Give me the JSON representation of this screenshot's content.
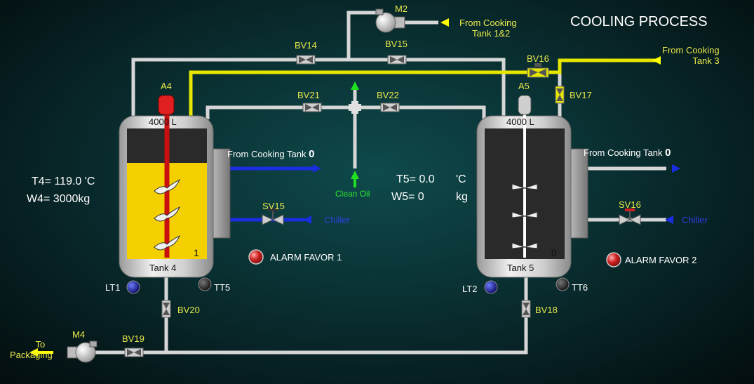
{
  "title": "COOLING PROCESS",
  "valves": {
    "bv14": "BV14",
    "bv15": "BV15",
    "bv16": "BV16",
    "bv17": "BV17",
    "bv18": "BV18",
    "bv19": "BV19",
    "bv20": "BV20",
    "bv21": "BV21",
    "bv22": "BV22",
    "sv15": "SV15",
    "sv16": "SV16"
  },
  "motors": {
    "m2": "M2",
    "m4": "M4"
  },
  "agitators": {
    "a4": "A4",
    "a5": "A5"
  },
  "flows": {
    "from_cooking_12": [
      "From Cooking",
      "Tank 1&2"
    ],
    "from_cooking_3": [
      "From Cooking",
      "Tank 3"
    ],
    "to_packaging": [
      "To",
      "Packaging"
    ],
    "clean_oil": "Clean Oil",
    "chiller": "Chiller"
  },
  "tank4": {
    "capacity": "4000 L",
    "name": "Tank 4",
    "count": "1",
    "temp_label": "T4= 119.0 'C",
    "weight_label": "W4= 3000kg",
    "from_cooking_label": "From Cooking Tank",
    "from_cooking_value": "0",
    "alarm": "ALARM FAVOR 1",
    "lt": "LT1",
    "tt": "TT5",
    "level": 0.8
  },
  "tank5": {
    "capacity": "4000 L",
    "name": "Tank 5",
    "count": "0",
    "temp_label": "T5= 0.0",
    "temp_unit": "'C",
    "weight_label": "W5= 0",
    "weight_unit": "kg",
    "from_cooking_label": "From Cooking Tank",
    "from_cooking_value": "0",
    "alarm": "ALARM FAVOR 2",
    "lt": "LT2",
    "tt": "TT6",
    "level": 0
  },
  "colors": {
    "pipe": "#d6d6d6",
    "pipe_yellow": "#e6e600",
    "pipe_blue": "#1b2de0",
    "product": "#f5d000",
    "arrow_yellow": "#ffff00",
    "arrow_green": "#1fe01f",
    "alarm_red": "#e02020",
    "tank_dark": "#2a2a2a"
  }
}
